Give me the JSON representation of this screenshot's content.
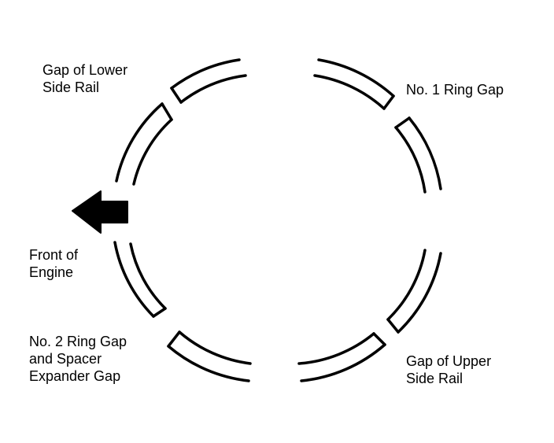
{
  "labels": {
    "lower_side_rail": [
      "Gap of Lower",
      "Side Rail"
    ],
    "no1_ring_gap": [
      "No. 1 Ring Gap"
    ],
    "front_of_engine": [
      "Front of",
      "Engine"
    ],
    "no2_ring_gap": [
      "No. 2 Ring Gap",
      "and Spacer",
      "Expander Gap"
    ],
    "upper_side_rail": [
      "Gap of Upper",
      "Side Rail"
    ]
  },
  "colors": {
    "ink": "#000000",
    "background": "#ffffff"
  },
  "icons": {
    "front_arrow": "arrow-left-icon"
  }
}
